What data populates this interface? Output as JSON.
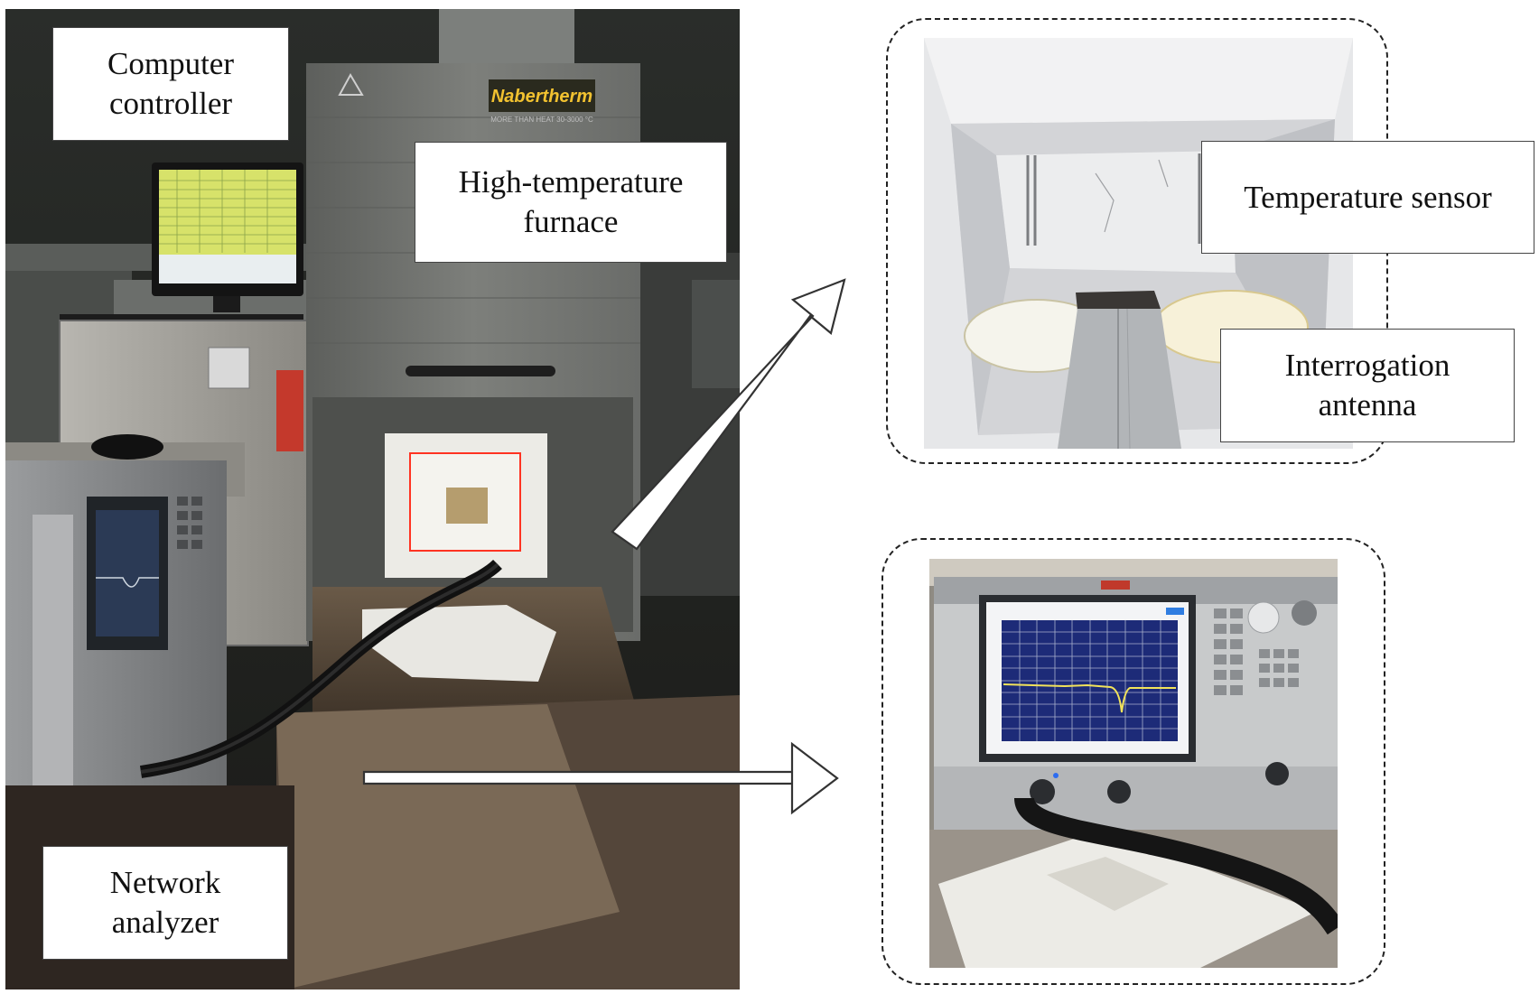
{
  "labels": {
    "computer_controller": "Computer\ncontroller",
    "furnace": "High-temperature\nfurnace",
    "network_analyzer": "Network\nanalyzer",
    "temperature_sensor": "Temperature sensor",
    "interrogation_antenna": "Interrogation\nantenna"
  },
  "photo_text": {
    "furnace_brand": "Nabertherm",
    "furnace_tagline": "MORE THAN HEAT 30-3000 °C"
  },
  "colors": {
    "frame": "#222222",
    "arrow_fill": "#ffffff",
    "arrow_stroke": "#333333",
    "plot_trace": "#f2e35a",
    "plot_grid": "#d8dce8",
    "plot_background": "#1d2b78",
    "furnace_glow": "#ff3322"
  }
}
